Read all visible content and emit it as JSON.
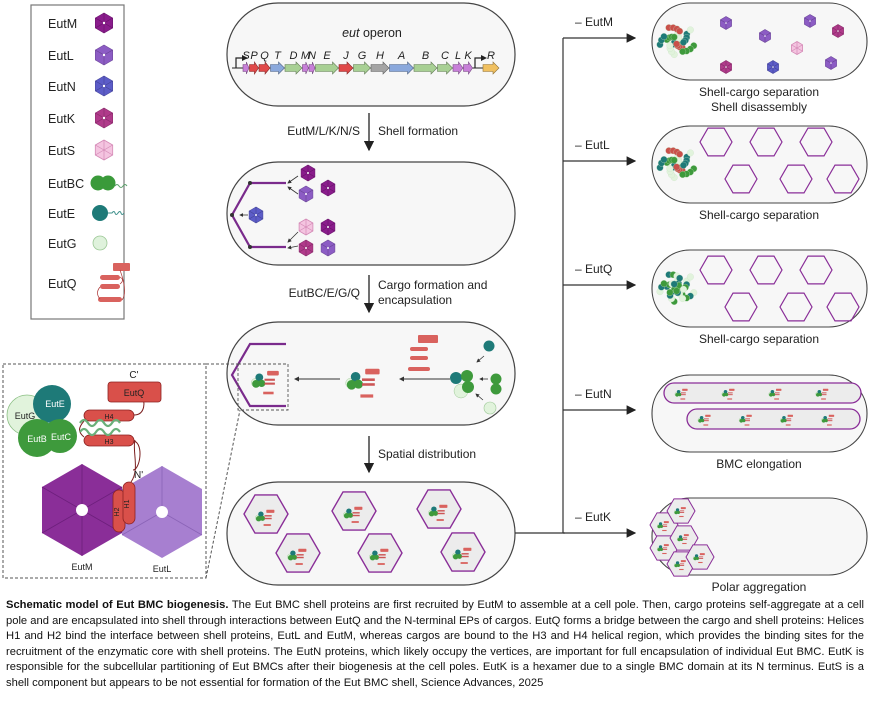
{
  "legend": {
    "items": [
      {
        "name": "EutM",
        "kind": "hex",
        "color": "#8a1c8c"
      },
      {
        "name": "EutL",
        "kind": "hex3",
        "color": "#8c5cc4"
      },
      {
        "name": "EutN",
        "kind": "hex",
        "color": "#5c5cc8"
      },
      {
        "name": "EutK",
        "kind": "hex",
        "color": "#b03a8a"
      },
      {
        "name": "EutS",
        "kind": "hex-outline",
        "color": "#f4c4e0"
      },
      {
        "name": "EutBC",
        "kind": "double-circle",
        "color": "#3a9a3a"
      },
      {
        "name": "EutE",
        "kind": "circle-tail",
        "color": "#1e7a78"
      },
      {
        "name": "EutG",
        "kind": "circle-light",
        "color": "#dff2dc"
      },
      {
        "name": "EutQ",
        "kind": "helices",
        "color": "#d9625e"
      }
    ]
  },
  "operon": {
    "title_italic": "eut",
    "title_rest": " operon",
    "genes": [
      "S",
      "P",
      "Q",
      "T",
      "D",
      "M",
      "N",
      "E",
      "J",
      "G",
      "H",
      "A",
      "B",
      "C",
      "L",
      "K",
      "R"
    ]
  },
  "steps": [
    {
      "left": "EutM/L/K/N/S",
      "right": "Shell formation"
    },
    {
      "left": "EutBC/E/G/Q",
      "right": "Cargo formation and",
      "right2": "encapsulation"
    },
    {
      "left": "",
      "right": "Spatial distribution"
    }
  ],
  "inset": {
    "c_term": "C'",
    "n_term": "N'",
    "eutq": "EutQ",
    "h1": "H1",
    "h2": "H2",
    "h3": "H3",
    "h4": "H4",
    "eutg": "EutG",
    "eute": "EutE",
    "eutb": "EutB",
    "eutc": "EutC",
    "eutm": "EutM",
    "eutl": "EutL"
  },
  "mutants": [
    {
      "label": "– EutM",
      "result": "Shell-cargo separation",
      "result2": "Shell disassembly"
    },
    {
      "label": "– EutL",
      "result": "Shell-cargo separation"
    },
    {
      "label": "– EutQ",
      "result": "Shell-cargo separation"
    },
    {
      "label": "– EutN",
      "result": "BMC elongation"
    },
    {
      "label": "– EutK",
      "result": "Polar aggregation"
    }
  ],
  "caption": {
    "bold": "Schematic model of Eut BMC biogenesis.",
    "text": " The Eut BMC shell proteins are first recruited by EutM to assemble at a cell pole. Then, cargo proteins self-aggregate at a cell pole and are encapsulated into shell through interactions between EutQ and the N-terminal EPs of cargos. EutQ forms a bridge between the cargo and shell proteins: Helices H1 and H2 bind the interface between shell proteins, EutL and EutM, whereas cargos are bound to the H3 and H4 helical region, which provides the binding sites for the recruitment of the enzymatic core with shell proteins. The EutN proteins, which likely occupy the vertices, are important for full encapsulation of individual Eut BMC. EutK is responsible for the subcellular partitioning of Eut BMCs after their biogenesis at the cell poles. EutK is a hexamer due to a single BMC domain at its N terminus. EutS is a shell component but appears to be not essential for formation of the Eut BMC shell, Science Advances, 2025"
  }
}
